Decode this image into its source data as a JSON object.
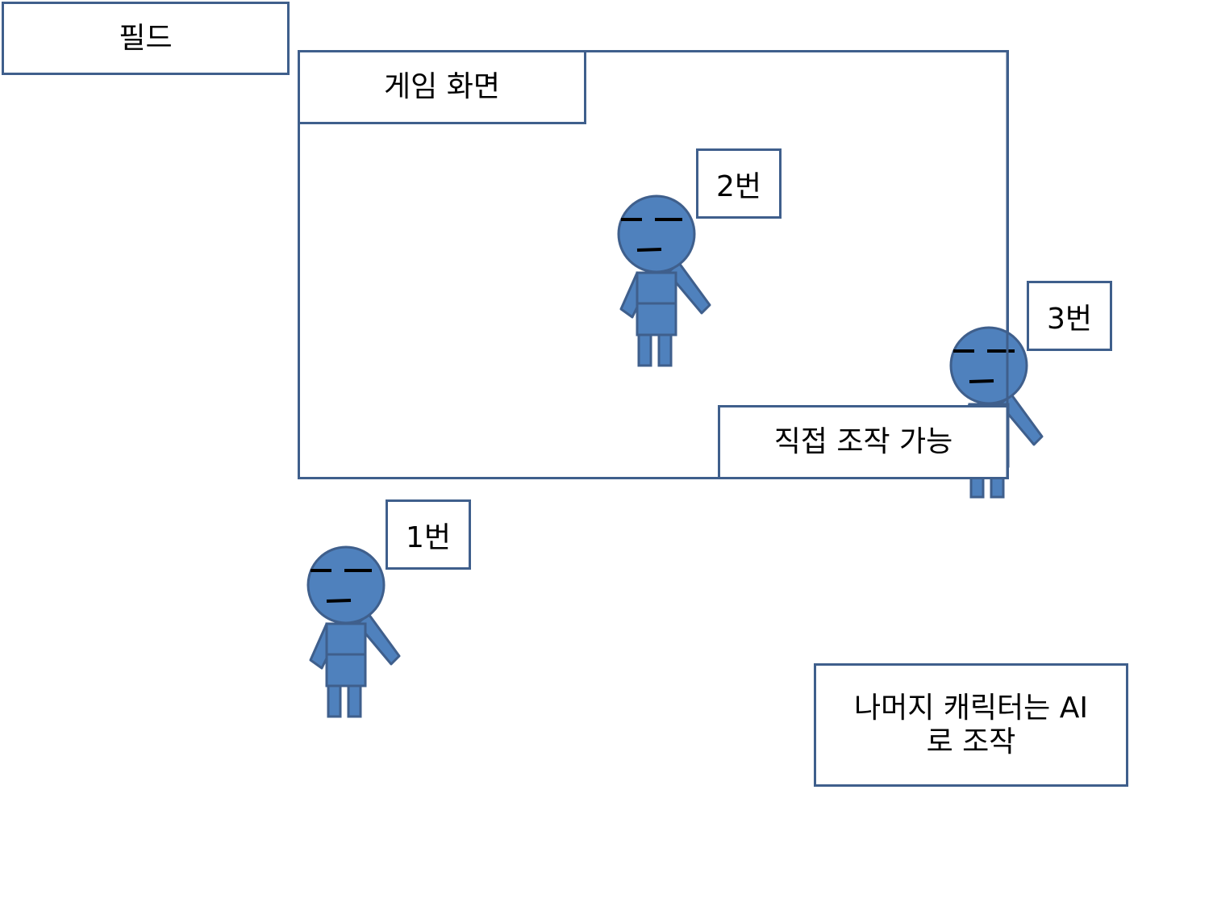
{
  "field_label": "필드",
  "game_screen": {
    "label": "게임 화면",
    "control_label": "직접 조작 가능"
  },
  "characters": [
    {
      "tag": "2번"
    },
    {
      "tag": "3번"
    },
    {
      "tag": "1번"
    }
  ],
  "ai_note": {
    "line1": "나머지 캐릭터는 AI",
    "line2": "로 조작"
  },
  "colors": {
    "figure_fill": "#4f81bd",
    "outline": "#3f5f8c",
    "face_marks": "#000000"
  }
}
